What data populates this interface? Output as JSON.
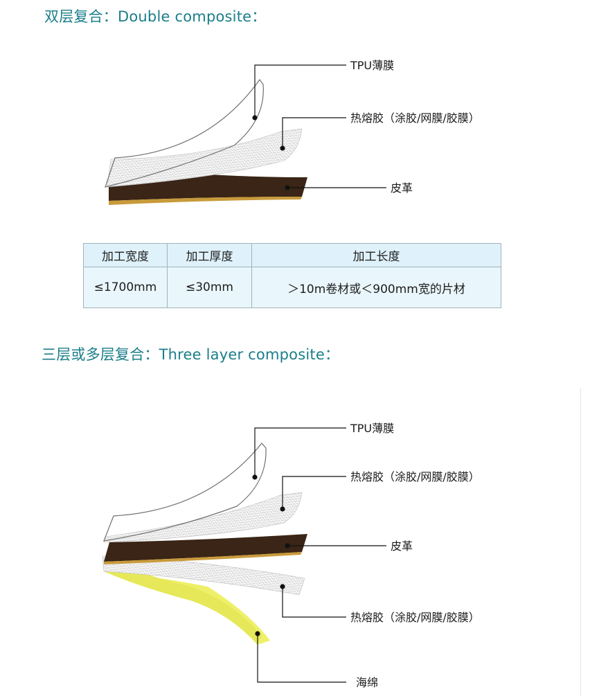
{
  "section1": {
    "heading": "双层复合：Double composite：",
    "labels": {
      "tpu": "TPU薄膜",
      "hotmelt": "热熔胶（涂胶/网膜/胶膜）",
      "leather": "皮革"
    }
  },
  "table": {
    "headers": [
      "加工宽度",
      "加工厚度",
      "加工长度"
    ],
    "row": [
      "≤1700mm",
      "≤30mm",
      "＞10m卷材或＜900mm宽的片材"
    ]
  },
  "section2": {
    "heading": "三层或多层复合：Three layer composite：",
    "labels": {
      "tpu": "TPU薄膜",
      "hotmelt_top": "热熔胶（涂胶/网膜/胶膜）",
      "leather": "皮革",
      "hotmelt_bottom": "热熔胶（涂胶/网膜/胶膜）",
      "sponge": "海绵"
    }
  },
  "colors": {
    "heading": "#1a7e8a",
    "leather": "#3a2516",
    "leather_edge": "#c89a3a",
    "sponge": "#eef06a",
    "adhesive": "#d9d9d9",
    "table_header_bg": "#dff2fb",
    "table_body_bg": "#e9f6fc"
  }
}
